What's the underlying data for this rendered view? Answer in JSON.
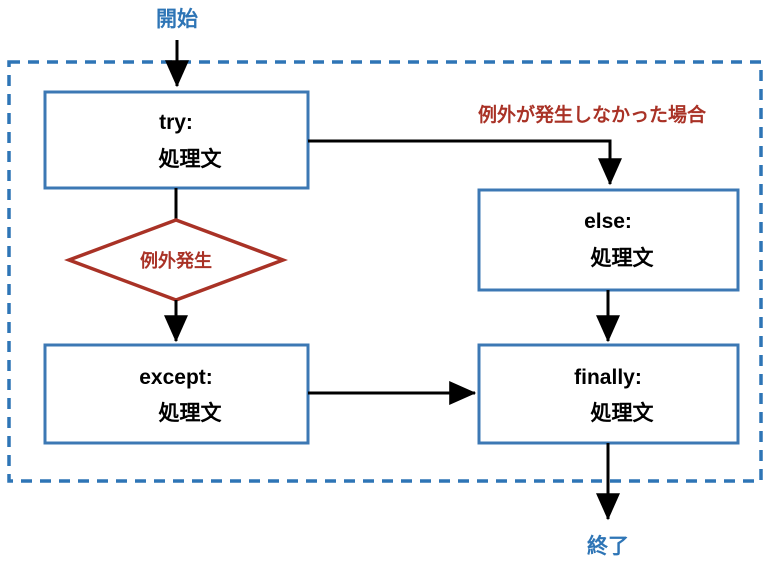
{
  "diagram": {
    "title_terminals": {
      "start": "開始",
      "end": "終了"
    },
    "group": {
      "name": "try-except-else-finally-block"
    },
    "nodes": [
      {
        "id": "try",
        "keyword": "try:",
        "body": "処理文"
      },
      {
        "id": "else",
        "keyword": "else:",
        "body": "処理文"
      },
      {
        "id": "except",
        "keyword": "except:",
        "body": "処理文"
      },
      {
        "id": "finally",
        "keyword": "finally:",
        "body": "処理文"
      }
    ],
    "decision": {
      "id": "exception-raised",
      "label": "例外発生"
    },
    "edge_labels": {
      "no_exception": "例外が発生しなかった場合"
    },
    "colors": {
      "box_stroke": "#3C78B4",
      "group_stroke": "#2E75B6",
      "accent_red": "#A93226",
      "connector": "#000000",
      "terminal_text": "#2E75B6",
      "background": "#FFFFFF"
    }
  }
}
